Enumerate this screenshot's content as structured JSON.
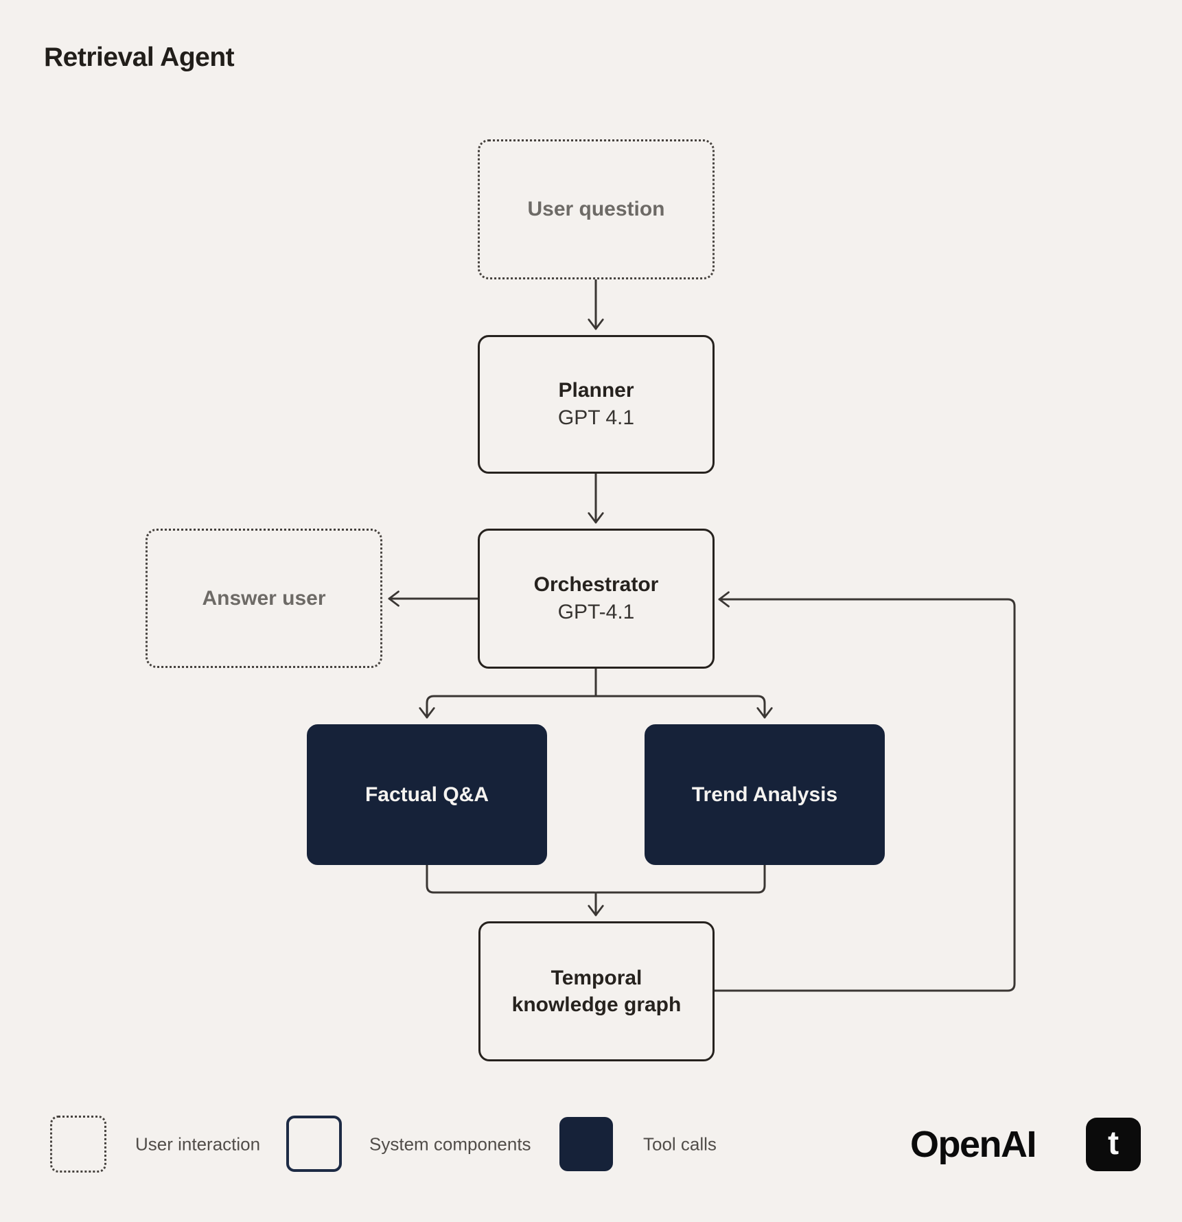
{
  "title": "Retrieval Agent",
  "diagram": {
    "nodes": {
      "user_question": {
        "label": "User question",
        "style": "dotted"
      },
      "planner": {
        "title": "Planner",
        "subtitle": "GPT 4.1",
        "style": "solid"
      },
      "orchestrator": {
        "title": "Orchestrator",
        "subtitle": "GPT-4.1",
        "style": "solid"
      },
      "answer_user": {
        "label": "Answer user",
        "style": "dotted"
      },
      "factual_qa": {
        "label": "Factual Q&A",
        "style": "filled"
      },
      "trend_analysis": {
        "label": "Trend Analysis",
        "style": "filled"
      },
      "temporal_kg": {
        "label": "Temporal knowledge graph",
        "style": "solid"
      }
    },
    "edges": [
      "user_question -> planner",
      "planner -> orchestrator",
      "orchestrator -> answer_user",
      "orchestrator -> factual_qa",
      "orchestrator -> trend_analysis",
      "factual_qa -> temporal_kg",
      "trend_analysis -> temporal_kg",
      "temporal_kg -> orchestrator"
    ]
  },
  "legend": {
    "user_interaction": "User interaction",
    "system_components": "System components",
    "tool_calls": "Tool calls"
  },
  "branding": {
    "openai_wordmark": "OpenAI",
    "t_logo_letter": "t"
  },
  "colors": {
    "background": "#f4f1ee",
    "ink": "#26221e",
    "connector": "#3a3633",
    "muted_text": "#6d6a66",
    "navy_fill": "#162239",
    "navy_border": "#1d2b45",
    "light_text": "#f5f3f0"
  }
}
